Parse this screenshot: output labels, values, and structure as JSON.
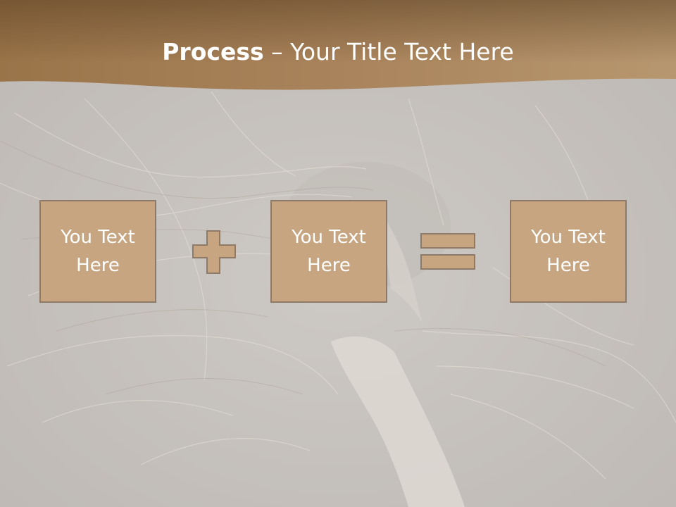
{
  "slide": {
    "title_bold": "Process",
    "title_separator": " – ",
    "title_rest": "Your Title Text Here",
    "boxes": [
      {
        "label": "You Text Here"
      },
      {
        "label": "You Text Here"
      },
      {
        "label": "You Text Here"
      }
    ],
    "operators": [
      "plus-icon",
      "equals-icon"
    ]
  },
  "colors": {
    "header": "#9b7852",
    "box_fill": "#c7a581",
    "box_border": "#8e7a67",
    "background": "#c9c5c1",
    "text": "#ffffff"
  }
}
